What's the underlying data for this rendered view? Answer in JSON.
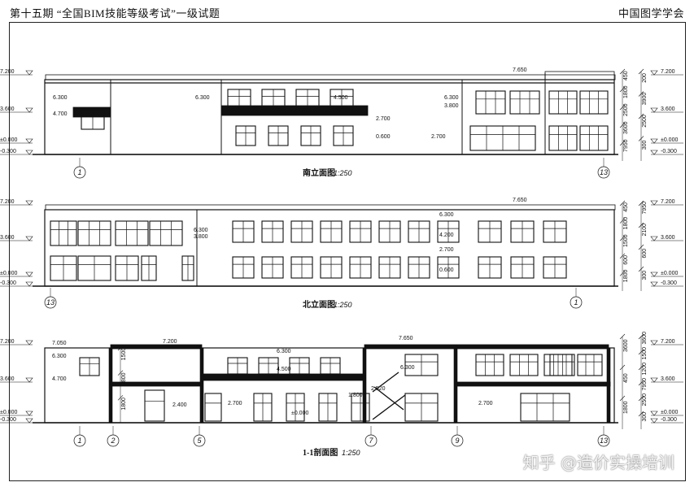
{
  "header": {
    "left": "第十五期 “全国BIM技能等级考试”一级试题",
    "right": "中国图学学会"
  },
  "views": [
    {
      "title": "南立面图",
      "scale": "1:250",
      "axes": [
        "1",
        "13"
      ],
      "left_levels": [
        "7.200",
        "3.600",
        "±0.000",
        "-0.300"
      ],
      "right_levels": [
        "7.200",
        "3.600",
        "±0.000",
        "-0.300"
      ],
      "inner_levels": [
        "6.300",
        "4.700",
        "6.300",
        "4.500",
        "2.700",
        "0.600",
        "6.300",
        "3.800",
        "2.700",
        "7.650"
      ],
      "dims": [
        "450",
        "1800",
        "2500",
        "3600",
        "7950",
        "200",
        "3900",
        "2500",
        "300"
      ]
    },
    {
      "title": "北立面图",
      "scale": "1:250",
      "axes": [
        "13",
        "1"
      ],
      "left_levels": [
        "7.200",
        "3.600",
        "±0.000",
        "-0.300"
      ],
      "right_levels": [
        "7.200",
        "3.600",
        "±0.000",
        "-0.300"
      ],
      "inner_levels": [
        "6.300",
        "3.800",
        "6.300",
        "4.200",
        "2.700",
        "0.600",
        "7.650"
      ],
      "dims": [
        "450",
        "1800",
        "1500",
        "600",
        "1800",
        "7950",
        "2100",
        "600",
        "300"
      ]
    },
    {
      "title": "1-1剖面图",
      "scale": "1:250",
      "axes": [
        "1",
        "2",
        "5",
        "7",
        "9",
        "13"
      ],
      "left_levels": [
        "7.200",
        "3.600",
        "±0.000",
        "-0.300"
      ],
      "right_levels": [
        "7.200",
        "3.600",
        "±0.000",
        "-0.300"
      ],
      "inner_levels": [
        "7.050",
        "6.300",
        "4.700",
        "7.200",
        "6.300",
        "4.500",
        "2.400",
        "2.700",
        "±0.000",
        "7.650",
        "6.300",
        "1.800",
        "2.520",
        "2.700"
      ],
      "dims": [
        "1500",
        "1800",
        "1800",
        "3600",
        "450",
        "1800",
        "3600",
        "1500",
        "1200",
        "7950",
        "2500",
        "300"
      ]
    }
  ],
  "watermark": "知乎 @造价实操培训"
}
